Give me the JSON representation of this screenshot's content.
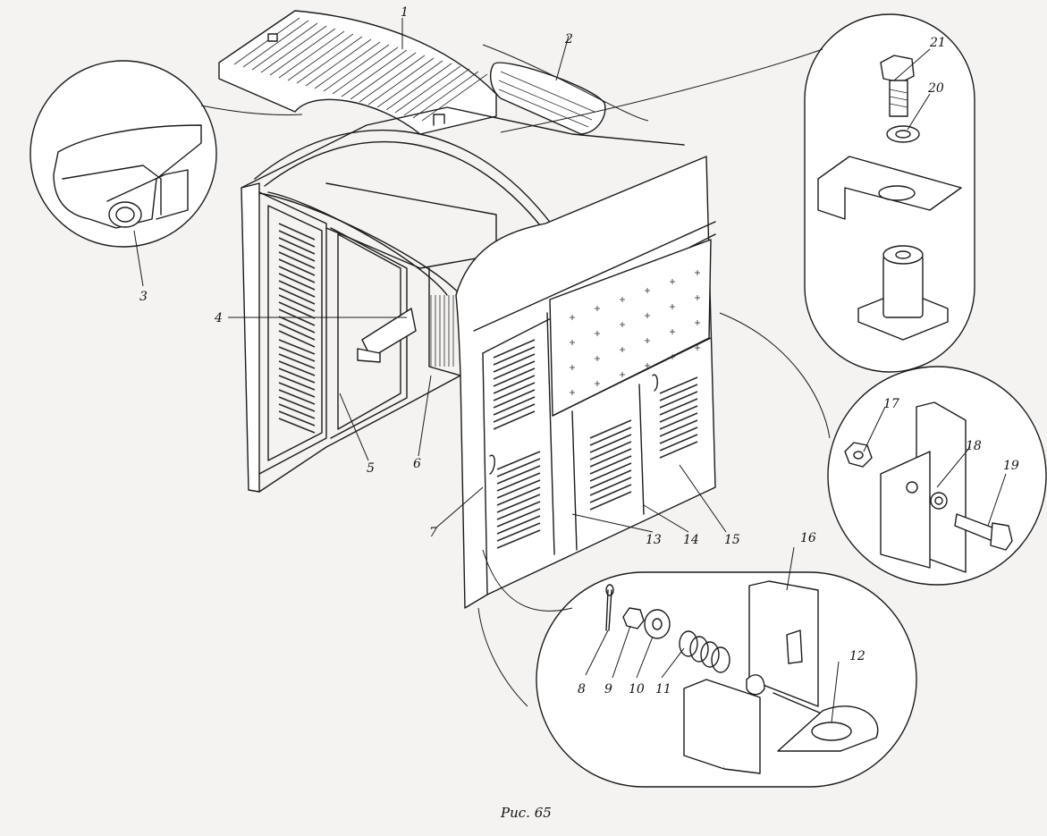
{
  "figure": {
    "caption": "Рис. 65",
    "callouts": [
      "1",
      "2",
      "3",
      "4",
      "5",
      "6",
      "7",
      "8",
      "9",
      "10",
      "11",
      "12",
      "13",
      "14",
      "15",
      "16",
      "17",
      "18",
      "19",
      "20",
      "21"
    ]
  },
  "colors": {
    "paper": "#f4f3f1",
    "ink": "#1b1b1b"
  }
}
